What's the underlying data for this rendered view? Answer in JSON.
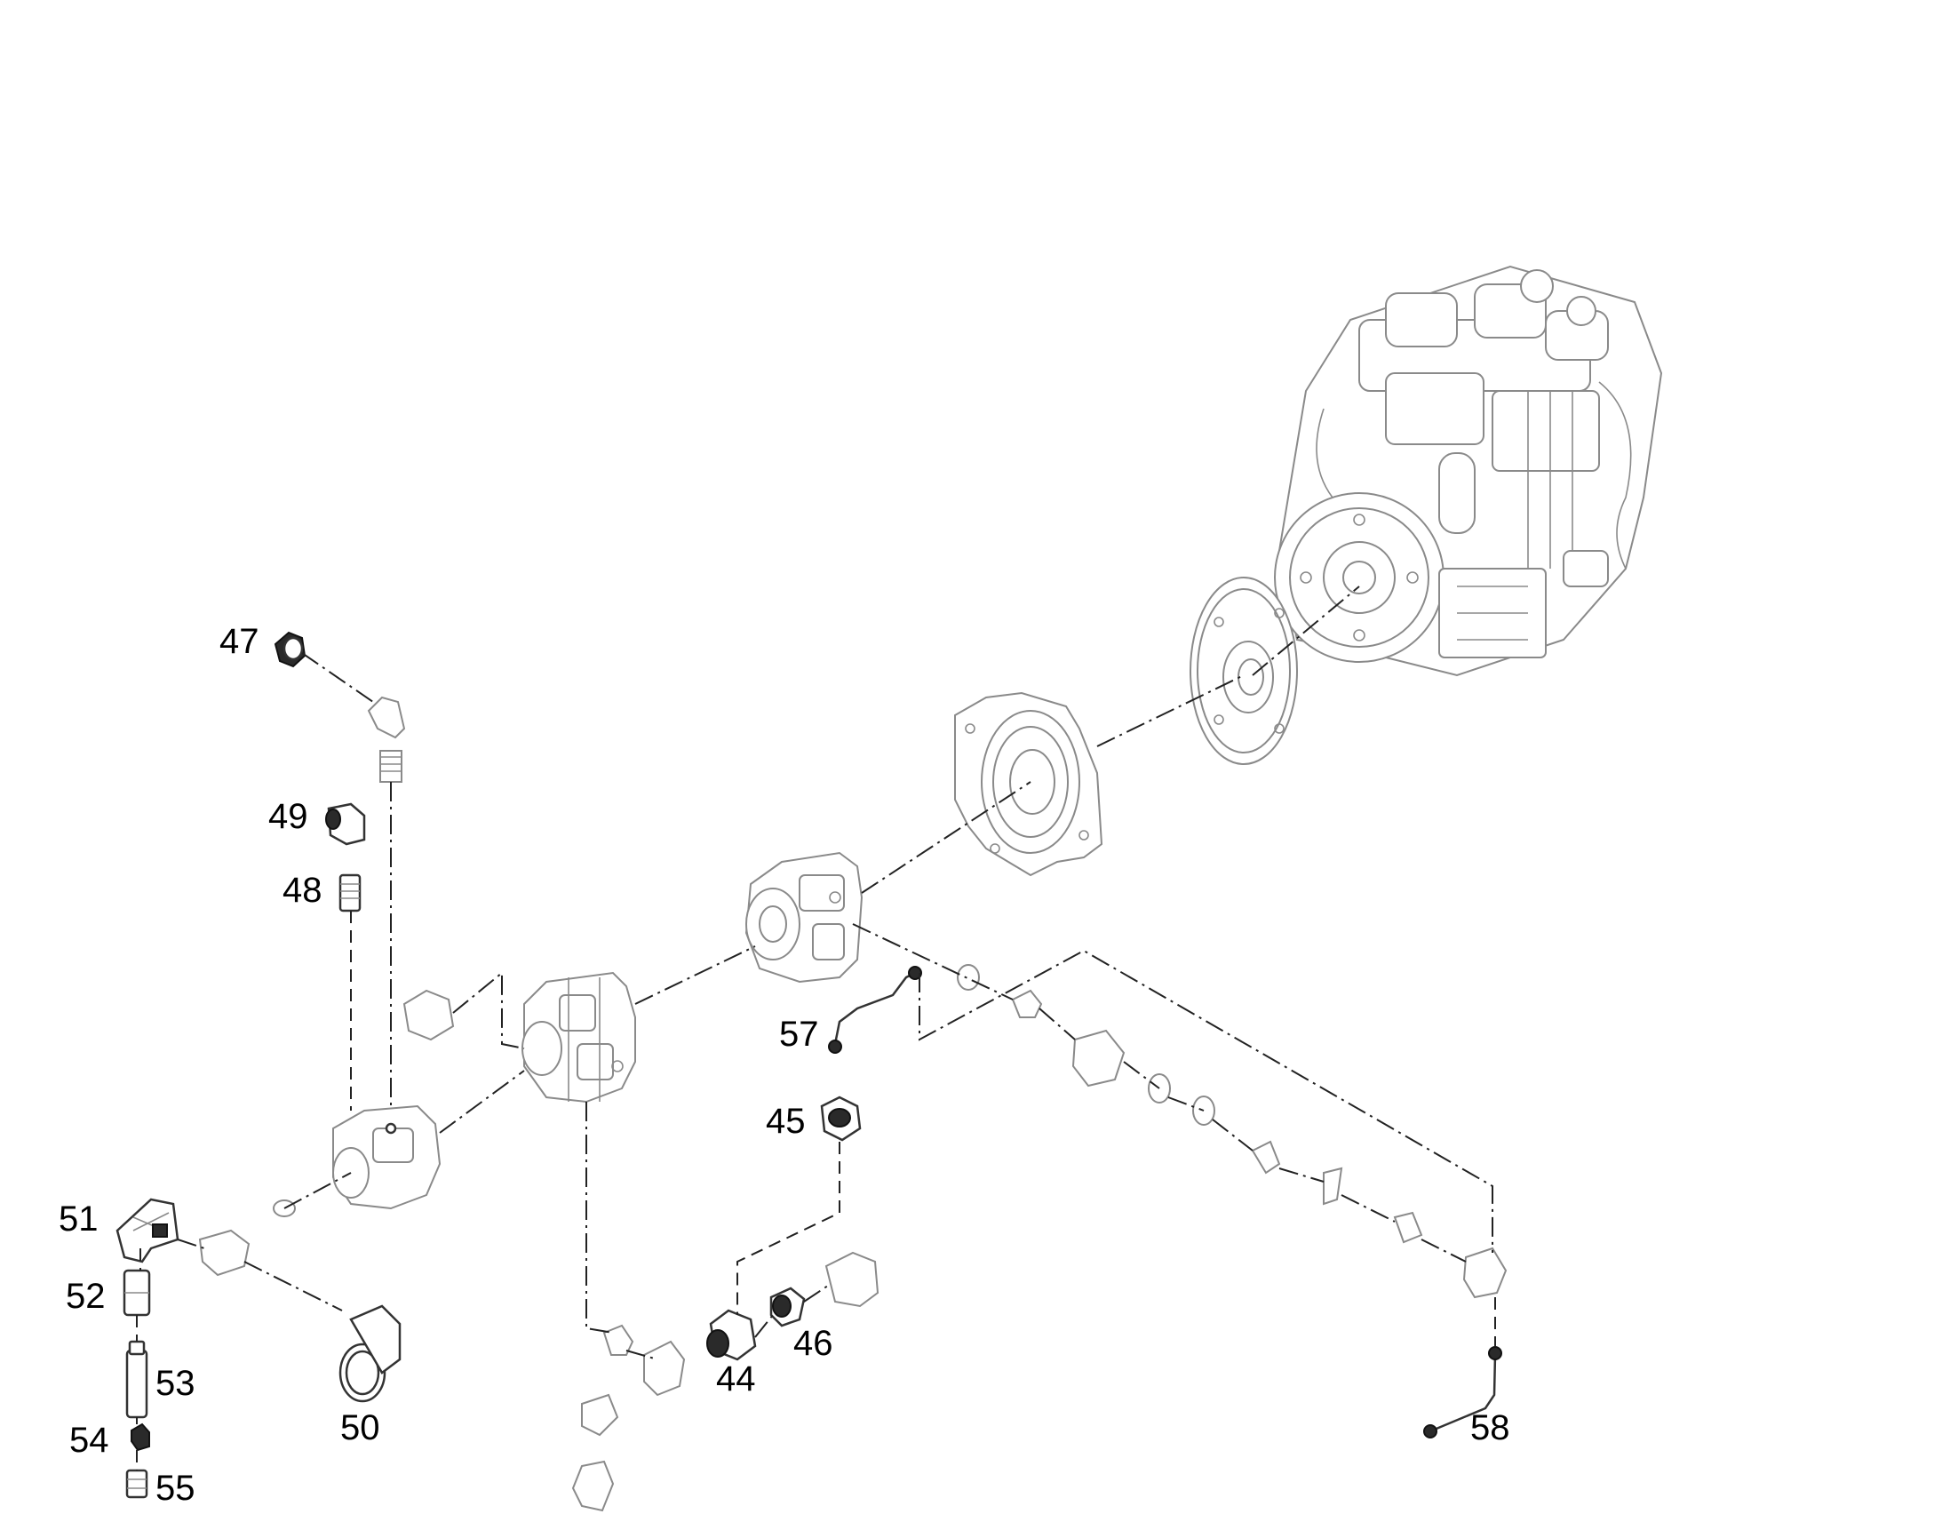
{
  "callouts": {
    "c44": "44",
    "c45": "45",
    "c46": "46",
    "c47": "47",
    "c48": "48",
    "c49": "49",
    "c50": "50",
    "c51": "51",
    "c52": "52",
    "c53": "53",
    "c54": "54",
    "c55": "55",
    "c57": "57",
    "c58": "58"
  },
  "colors": {
    "line": "#222222",
    "part_outline": "#8a8a8a",
    "dark_part": "#333333"
  }
}
